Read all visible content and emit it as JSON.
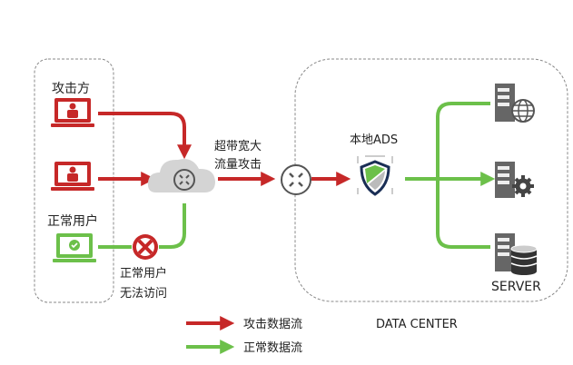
{
  "labels": {
    "attacker": "攻击方",
    "normal_user": "正常用户",
    "bandwidth_attack_line1": "超带宽大",
    "bandwidth_attack_line2": "流量攻击",
    "blocked_line1": "正常用户",
    "blocked_line2": "无法访问",
    "local_ads": "本地ADS",
    "server": "SERVER",
    "data_center": "DATA CENTER"
  },
  "legend": [
    {
      "label": "攻击数据流",
      "color": "#c62828"
    },
    {
      "label": "正常数据流",
      "color": "#6cc04a"
    }
  ],
  "colors": {
    "attack": "#c62828",
    "normal": "#6cc04a",
    "icon_gray": "#666666",
    "shield_navy": "#1a2e55"
  }
}
